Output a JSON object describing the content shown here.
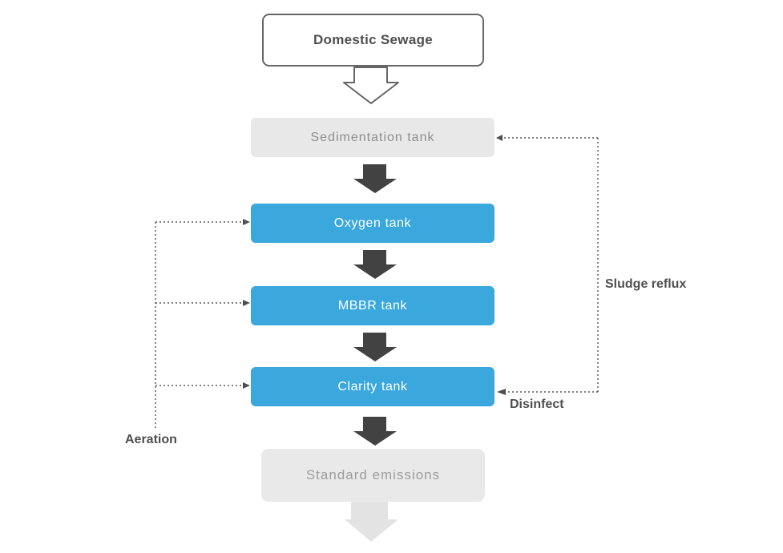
{
  "diagram": {
    "nodes": {
      "domestic_sewage": {
        "label": "Domestic Sewage"
      },
      "sedimentation_tank": {
        "label": "Sedimentation tank"
      },
      "oxygen_tank": {
        "label": "Oxygen tank"
      },
      "mbbr_tank": {
        "label": "MBBR tank"
      },
      "clarity_tank": {
        "label": "Clarity tank"
      },
      "standard_emissions": {
        "label": "Standard emissions"
      }
    },
    "annotations": {
      "sludge_reflux": {
        "label": "Sludge reflux"
      },
      "disinfect": {
        "label": "Disinfect"
      },
      "aeration": {
        "label": "Aeration"
      }
    },
    "colors": {
      "accent_blue": "#3AA8DC",
      "box_gray": "#E8E8E8",
      "box_gray_light": "#E9E9E9",
      "arrow_dark": "#424242",
      "arrow_light": "#E3E3E3",
      "outline_gray": "#666666",
      "connector_gray": "#555555",
      "label_dark": "#4F4F4F",
      "gray_text": "#8E8E8E",
      "white": "#FFFFFF"
    }
  }
}
